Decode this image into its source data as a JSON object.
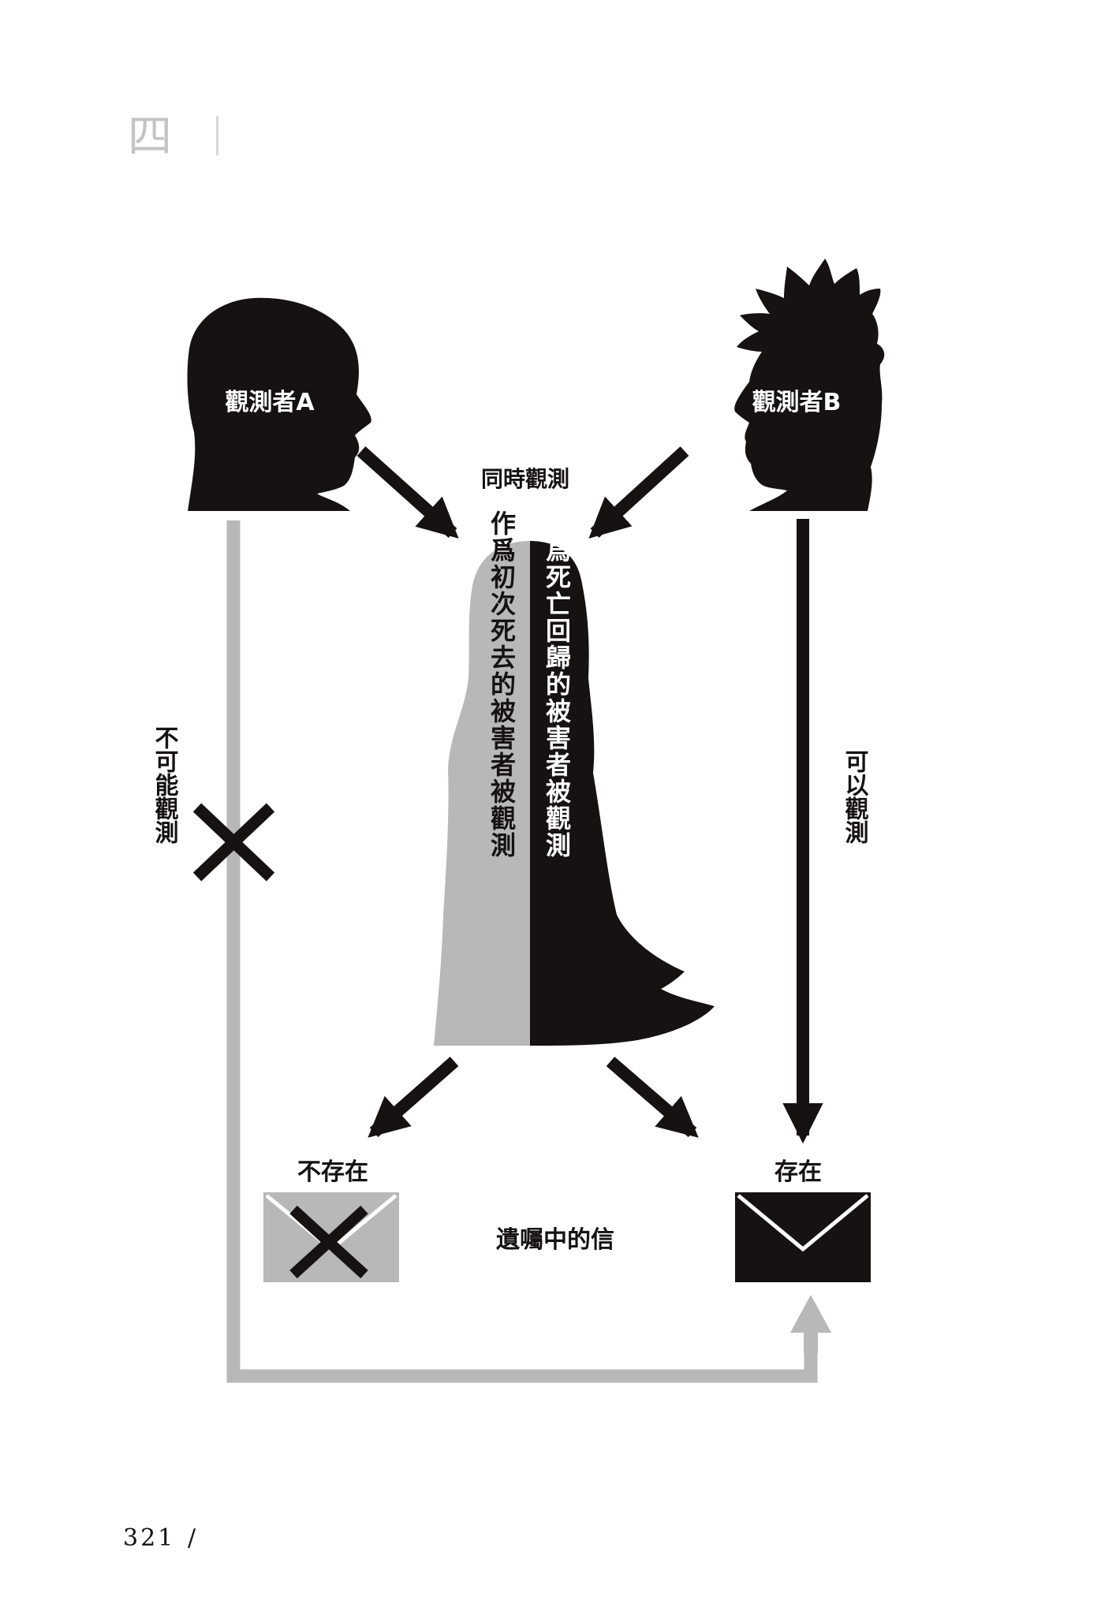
{
  "header": {
    "chapter": "四"
  },
  "diagram": {
    "observer_a": "觀測者A",
    "observer_b": "觀測者B",
    "simultaneous": "同時觀測",
    "victim_first_death": "作爲初次死去的被害者被觀測",
    "victim_return_by_death": "作爲死亡回歸的被害者被觀測",
    "cannot_observe": "不可能觀測",
    "can_observe": "可以觀測",
    "not_exist": "不存在",
    "exist": "存在",
    "will_letter": "遺囑中的信"
  },
  "footer": {
    "page_number": "321",
    "separator": "/"
  },
  "colors": {
    "black": "#161212",
    "gray": "#b8b8b8"
  }
}
